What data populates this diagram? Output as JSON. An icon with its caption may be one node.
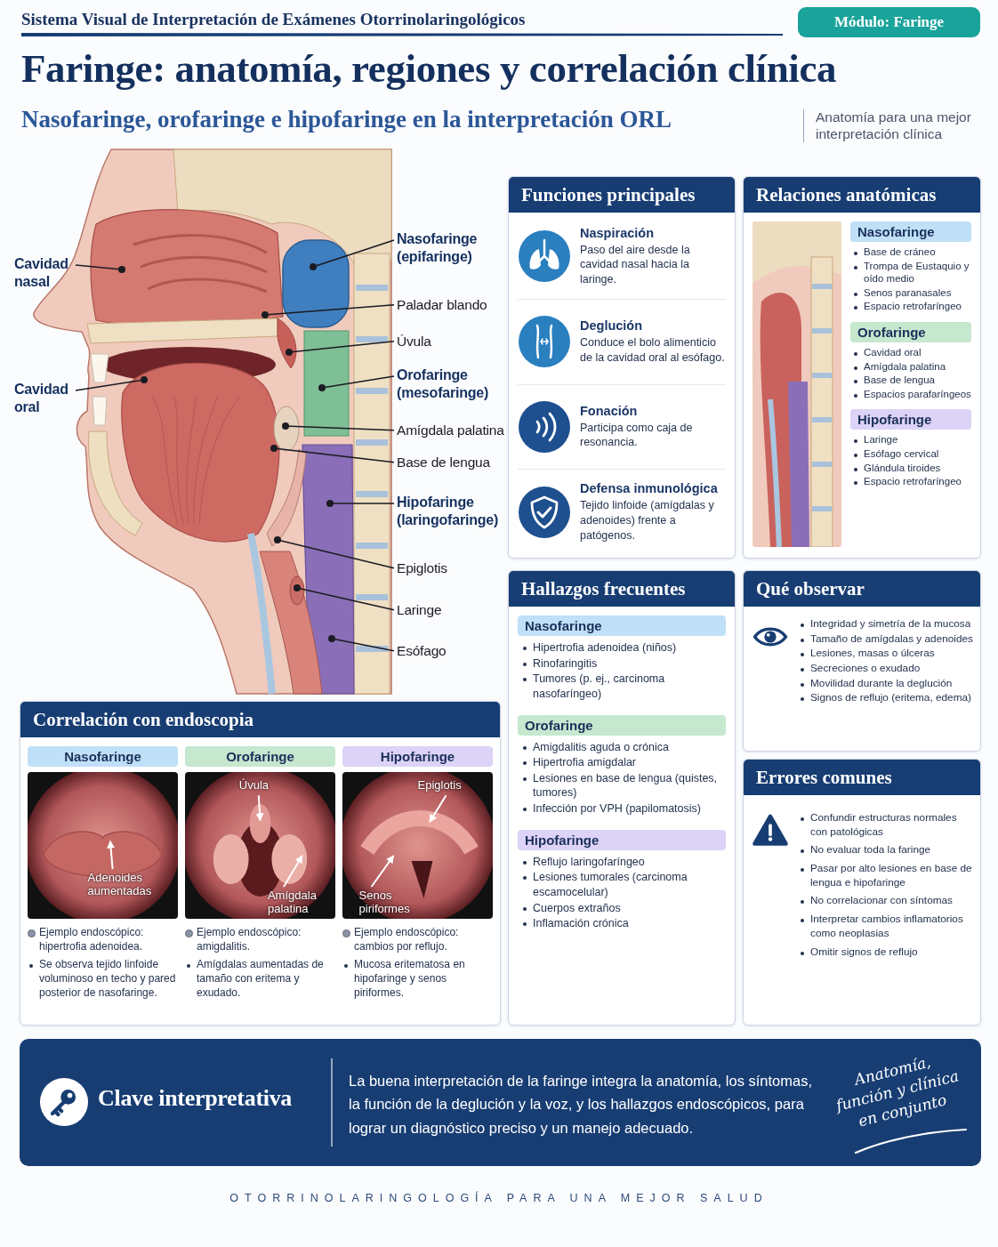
{
  "diagram": {
    "title": "Faringe: anatomía, regiones y correlación clínica",
    "nodes": [
      {
        "text": [
          "Módulo: Faringe"
        ]
      },
      {
        "text": [
          "Cavidad nasal"
        ]
      },
      {
        "text": [
          "Cavidad oral"
        ]
      },
      {
        "text": [
          "Nasofaringe (epifaringe)"
        ]
      },
      {
        "text": [
          "Paladar blando"
        ]
      },
      {
        "text": [
          "Úvula"
        ]
      },
      {
        "text": [
          "Orofaringe (mesofaringe)"
        ]
      },
      {
        "text": [
          "Amígdala palatina"
        ]
      },
      {
        "text": [
          "Base de lengua"
        ]
      },
      {
        "text": [
          "Hipofaringe (laringofaringe)"
        ]
      },
      {
        "text": [
          "Epiglotis"
        ]
      },
      {
        "text": [
          "Laringe"
        ]
      },
      {
        "text": [
          "Esófago"
        ]
      },
      {
        "text": [
          "Funciones principales",
          "Naspiración",
          "Paso del aire desde la cavidad nasal hacia la laringe.",
          "Deglución",
          "Conduce el bolo alimenticio de la cavidad oral al esófago.",
          "Fonación",
          "Participa como caja de resonancia.",
          "Defensa inmunológica",
          "Tejido linfoide (amígdalas y adenoides) frente a patógenos."
        ]
      },
      {
        "text": [
          "Relaciones anatómicas"
        ]
      },
      {
        "text": [
          "Nasofaringe"
        ],
        "in": 14,
        "beside": [
          "Base de cráneo",
          "Trompa de Eustaquio y oído medio",
          "Senos paranasales",
          "Espacio retrofaríngeo"
        ]
      },
      {
        "text": [
          "Orofaringe"
        ],
        "in": 14,
        "beside": [
          "Cavidad oral",
          "Amígdala palatina",
          "Base de lengua",
          "Espacios parafaríngeos"
        ]
      },
      {
        "text": [
          "Hipofaringe"
        ],
        "in": 14,
        "beside": [
          "Laringe",
          "Esófago cervical",
          "Glándula tiroides",
          "Espacio retrofaríngeo"
        ]
      },
      {
        "text": [
          "Correlación con endoscopia"
        ]
      },
      {
        "text": [
          "Nasofaringe"
        ],
        "in": 18
      },
      {
        "text": [],
        "shape": "picture",
        "in": 18,
        "beside": [
          "Ejemplo endoscópico: hipertrofia adenoidea.",
          "Se observa tejido linfoide voluminoso en techo y pared posterior de nasofaringe."
        ]
      },
      {
        "text": [
          "Adenoides aumentadas"
        ],
        "in": 20
      },
      {
        "text": [
          "Orofaringe"
        ],
        "in": 18
      },
      {
        "text": [],
        "shape": "picture",
        "in": 18,
        "beside": [
          "Ejemplo endoscópico: amigdalitis.",
          "Amígdalas aumentadas de tamaño con eritema y exudado."
        ]
      },
      {
        "text": [
          "Úvula"
        ],
        "in": 23
      },
      {
        "text": [
          "Amígdala palatina"
        ],
        "in": 23
      },
      {
        "text": [
          "Hipofaringe"
        ],
        "in": 18
      },
      {
        "text": [],
        "shape": "picture",
        "in": 18,
        "beside": [
          "Ejemplo endoscópico: cambios por reflujo.",
          "Mucosa eritematosa en hipofaringe y senos piriformes."
        ]
      },
      {
        "text": [
          "Epiglotis"
        ],
        "in": 27
      },
      {
        "text": [
          "Senos piriformes"
        ],
        "in": 27
      },
      {
        "text": [
          "Hallazgos frecuentes"
        ]
      },
      {
        "text": [
          "Nasofaringe"
        ],
        "in": 30,
        "beside": [
          "Hipertrofia adenoidea (niños)",
          "Rinofaringitis",
          "Tumores (p. ej., carcinoma nasofaríngeo)"
        ]
      },
      {
        "text": [
          "Orofaringe"
        ],
        "in": 30,
        "beside": [
          "Amigdalitis aguda o crónica",
          "Hipertrofia amigdalar",
          "Lesiones en base de lengua (quistes, tumores)",
          "Infección por VPH (papilomatosis)"
        ]
      },
      {
        "text": [
          "Hipofaringe"
        ],
        "in": 30,
        "beside": [
          "Reflujo laringofaríngeo",
          "Lesiones tumorales (carcinoma escamocelular)",
          "Cuerpos extraños",
          "Inflamación crónica"
        ]
      },
      {
        "text": [
          "Qué observar",
          "Integridad y simetría de la mucosa",
          "Tamaño de amígdalas y adenoides",
          "Lesiones, masas o úlceras",
          "Secreciones o exudado",
          "Movilidad durante la deglución",
          "Signos de reflujo (eritema, edema)"
        ]
      },
      {
        "text": [
          "Errores comunes",
          "Confundir estructuras normales con patológicas",
          "No evaluar toda la faringe",
          "Pasar por alto lesiones en base de lengua e hipofaringe",
          "No correlacionar con síntomas",
          "Interpretar cambios inflamatorios como neoplasias",
          "Omitir signos de reflujo"
        ]
      },
      {
        "text": [
          "Clave interpretativa",
          "La buena interpretación de la faringe integra la anatomía, los síntomas, la función de la deglución y la voz, y los hallazgos endoscópicos, para lograr un diagnóstico preciso y un manejo adecuado.",
          "Anatomía, función y clínica en conjunto"
        ]
      }
    ],
    "edges": [
      {
        "from": 1,
        "to": null,
        "arrow": "other"
      },
      {
        "from": 2,
        "to": null,
        "arrow": "other"
      },
      {
        "from": 3,
        "to": null,
        "arrow": "other"
      },
      {
        "from": 4,
        "to": null,
        "arrow": "other"
      },
      {
        "from": 5,
        "to": null,
        "arrow": "other"
      },
      {
        "from": 6,
        "to": null,
        "arrow": "other"
      },
      {
        "from": 7,
        "to": null,
        "arrow": "other"
      },
      {
        "from": 8,
        "to": null,
        "arrow": "other"
      },
      {
        "from": 9,
        "to": null,
        "arrow": "other"
      },
      {
        "from": 10,
        "to": null,
        "arrow": "other"
      },
      {
        "from": 11,
        "to": null,
        "arrow": "other"
      },
      {
        "from": 12,
        "to": null,
        "arrow": "other"
      },
      {
        "from": 21,
        "to": null,
        "arrow": "to",
        "color": "#ffffff"
      },
      {
        "from": 24,
        "to": null,
        "arrow": "to",
        "color": "#ffffff"
      },
      {
        "from": 25,
        "to": null,
        "arrow": "to",
        "color": "#ffffff"
      },
      {
        "from": 28,
        "to": null,
        "arrow": "to",
        "color": "#ffffff"
      },
      {
        "from": 29,
        "to": null,
        "arrow": "to",
        "color": "#ffffff"
      }
    ],
    "labels": [
      "Sistema Visual de Interpretación de Exámenes Otorrinolaringológicos",
      "Nasofaringe, orofaringe e hipofaringe en la interpretación ORL",
      "Anatomía para una mejor interpretación clínica",
      "OTORRINOLARINGOLOGÍA PARA UNA MEJOR SALUD"
    ]
  }
}
